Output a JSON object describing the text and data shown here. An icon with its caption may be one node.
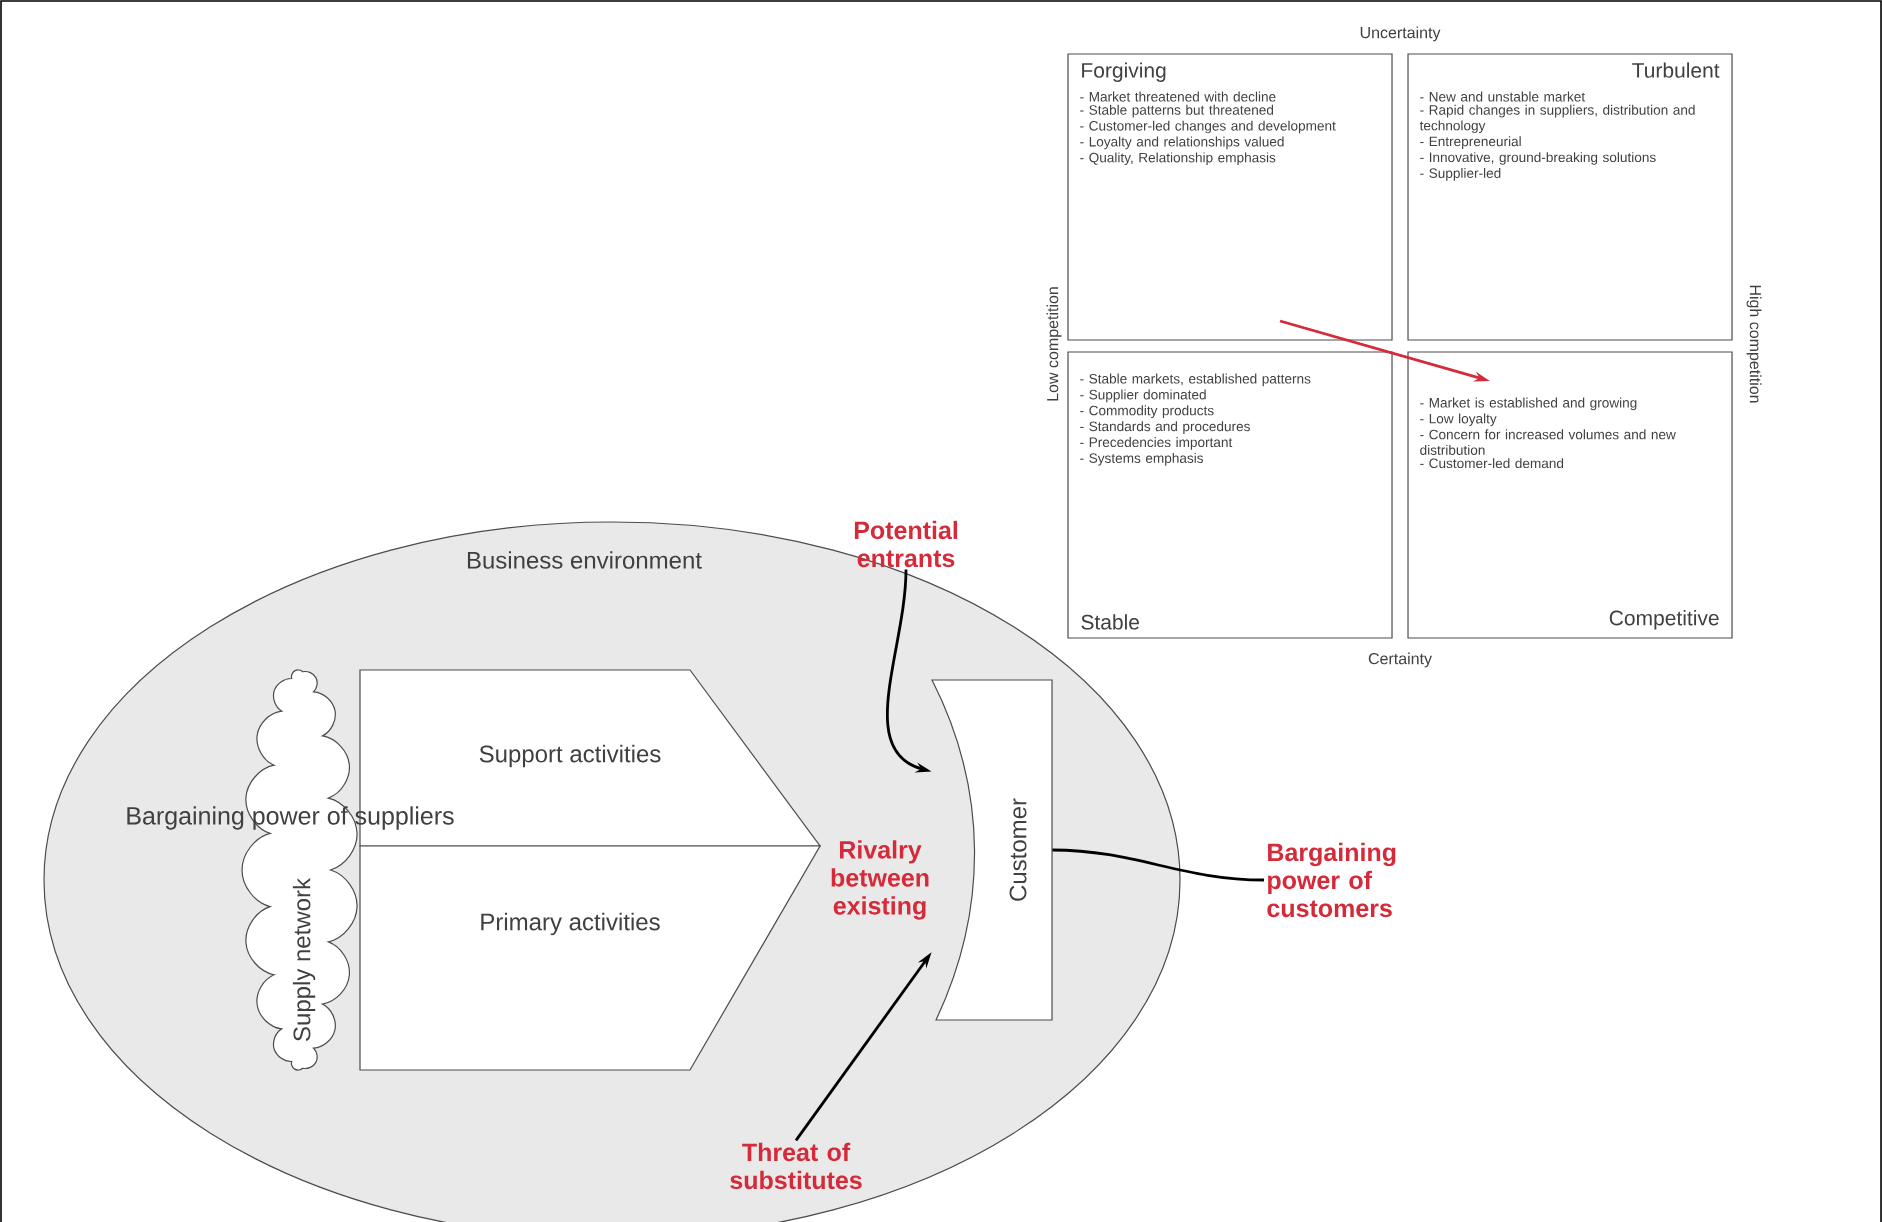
{
  "diagram": {
    "nodes": [
      {
        "text": [
          "Forgiving",
          "- Market threatened with decline",
          "- Stable patterns but threatened",
          "- Customer-led changes and development",
          "- Loyalty and relationships valued",
          "- Quality, Relationship emphasis"
        ]
      },
      {
        "text": [
          "Turbulent",
          "- New and unstable market",
          "- Rapid changes in suppliers, distribution and technology",
          "- Entrepreneurial",
          "- Innovative, ground-breaking solutions",
          "- Supplier-led"
        ]
      },
      {
        "text": [
          "- Stable markets, established patterns",
          "- Supplier dominated",
          "- Commodity products",
          "- Standards and procedures",
          "- Precedencies important",
          "- Systems emphasis",
          "Stable"
        ]
      },
      {
        "text": [
          "- Market is established and growing",
          "- Low loyalty",
          "- Concern for increased volumes and new distribution",
          "- Customer-led demand",
          "Competitive"
        ]
      },
      {
        "text": [
          "Business environment"
        ]
      },
      {
        "text": [
          "Supply network"
        ],
        "in": 4
      },
      {
        "text": [
          "Support activities"
        ],
        "in": 4
      },
      {
        "text": [
          "Primary activities"
        ],
        "in": 4
      },
      {
        "text": [
          "Customer"
        ],
        "in": 4
      },
      {
        "text": [
          "Potential entrants"
        ]
      },
      {
        "text": [
          "Bargaining power of customers"
        ]
      },
      {
        "text": [
          "Threat of substitutes"
        ],
        "in": 4
      }
    ],
    "edges": [
      {
        "from": 0,
        "to": 3,
        "arrow": "to",
        "color": "#d42a3a"
      },
      {
        "from": 9,
        "to": 8,
        "arrow": "to"
      },
      {
        "from": 10,
        "to": 8,
        "arrow": "none"
      },
      {
        "from": 11,
        "to": 8,
        "arrow": "to"
      }
    ],
    "labels": [
      "Uncertainty",
      "Low competition",
      "High competition",
      "Certainty",
      "Bargaining power of suppliers",
      "Rivalry between existing"
    ]
  }
}
